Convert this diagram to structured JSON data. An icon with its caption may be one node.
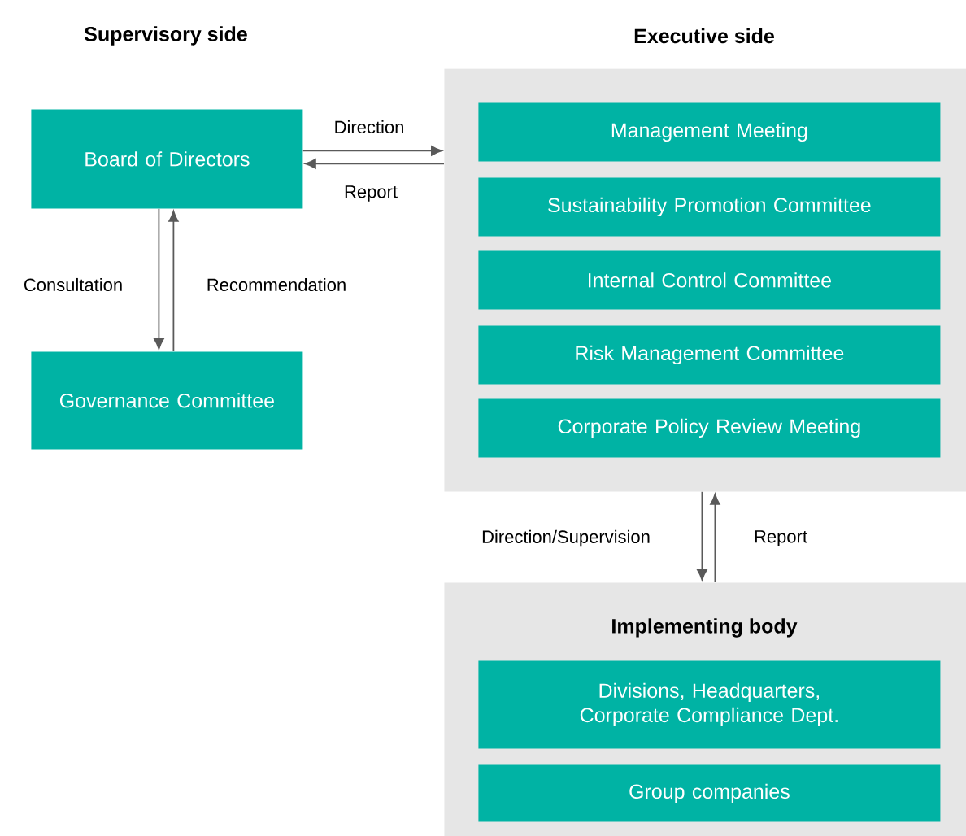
{
  "diagram": {
    "nodes": [
      {
        "text": [
          "Board of Directors"
        ]
      },
      {
        "text": [
          "Governance Committee"
        ]
      },
      {
        "text": [
          "Executive side"
        ]
      },
      {
        "text": [
          "Management Meeting"
        ],
        "in": 2
      },
      {
        "text": [
          "Sustainability Promotion Committee"
        ],
        "in": 2
      },
      {
        "text": [
          "Internal Control Committee"
        ],
        "in": 2
      },
      {
        "text": [
          "Risk Management Committee"
        ],
        "in": 2
      },
      {
        "text": [
          "Corporate Policy Review Meeting"
        ],
        "in": 2
      },
      {
        "text": [
          "Implementing body"
        ]
      },
      {
        "text": [
          "Divisions, Headquarters, Corporate Compliance Dept."
        ],
        "in": 8
      },
      {
        "text": [
          "Group companies"
        ],
        "in": 8
      }
    ],
    "edges": [
      {
        "from": 0,
        "to": 2,
        "arrow": "to",
        "label": "Direction"
      },
      {
        "from": 2,
        "to": 0,
        "arrow": "to",
        "label": "Report"
      },
      {
        "from": 0,
        "to": 1,
        "arrow": "to",
        "label": "Consultation"
      },
      {
        "from": 1,
        "to": 0,
        "arrow": "to",
        "label": "Recommendation"
      },
      {
        "from": 2,
        "to": 8,
        "arrow": "to",
        "label": "Direction/Supervision"
      },
      {
        "from": 8,
        "to": 2,
        "arrow": "to",
        "label": "Report"
      }
    ],
    "labels": [
      "Supervisory side"
    ]
  }
}
